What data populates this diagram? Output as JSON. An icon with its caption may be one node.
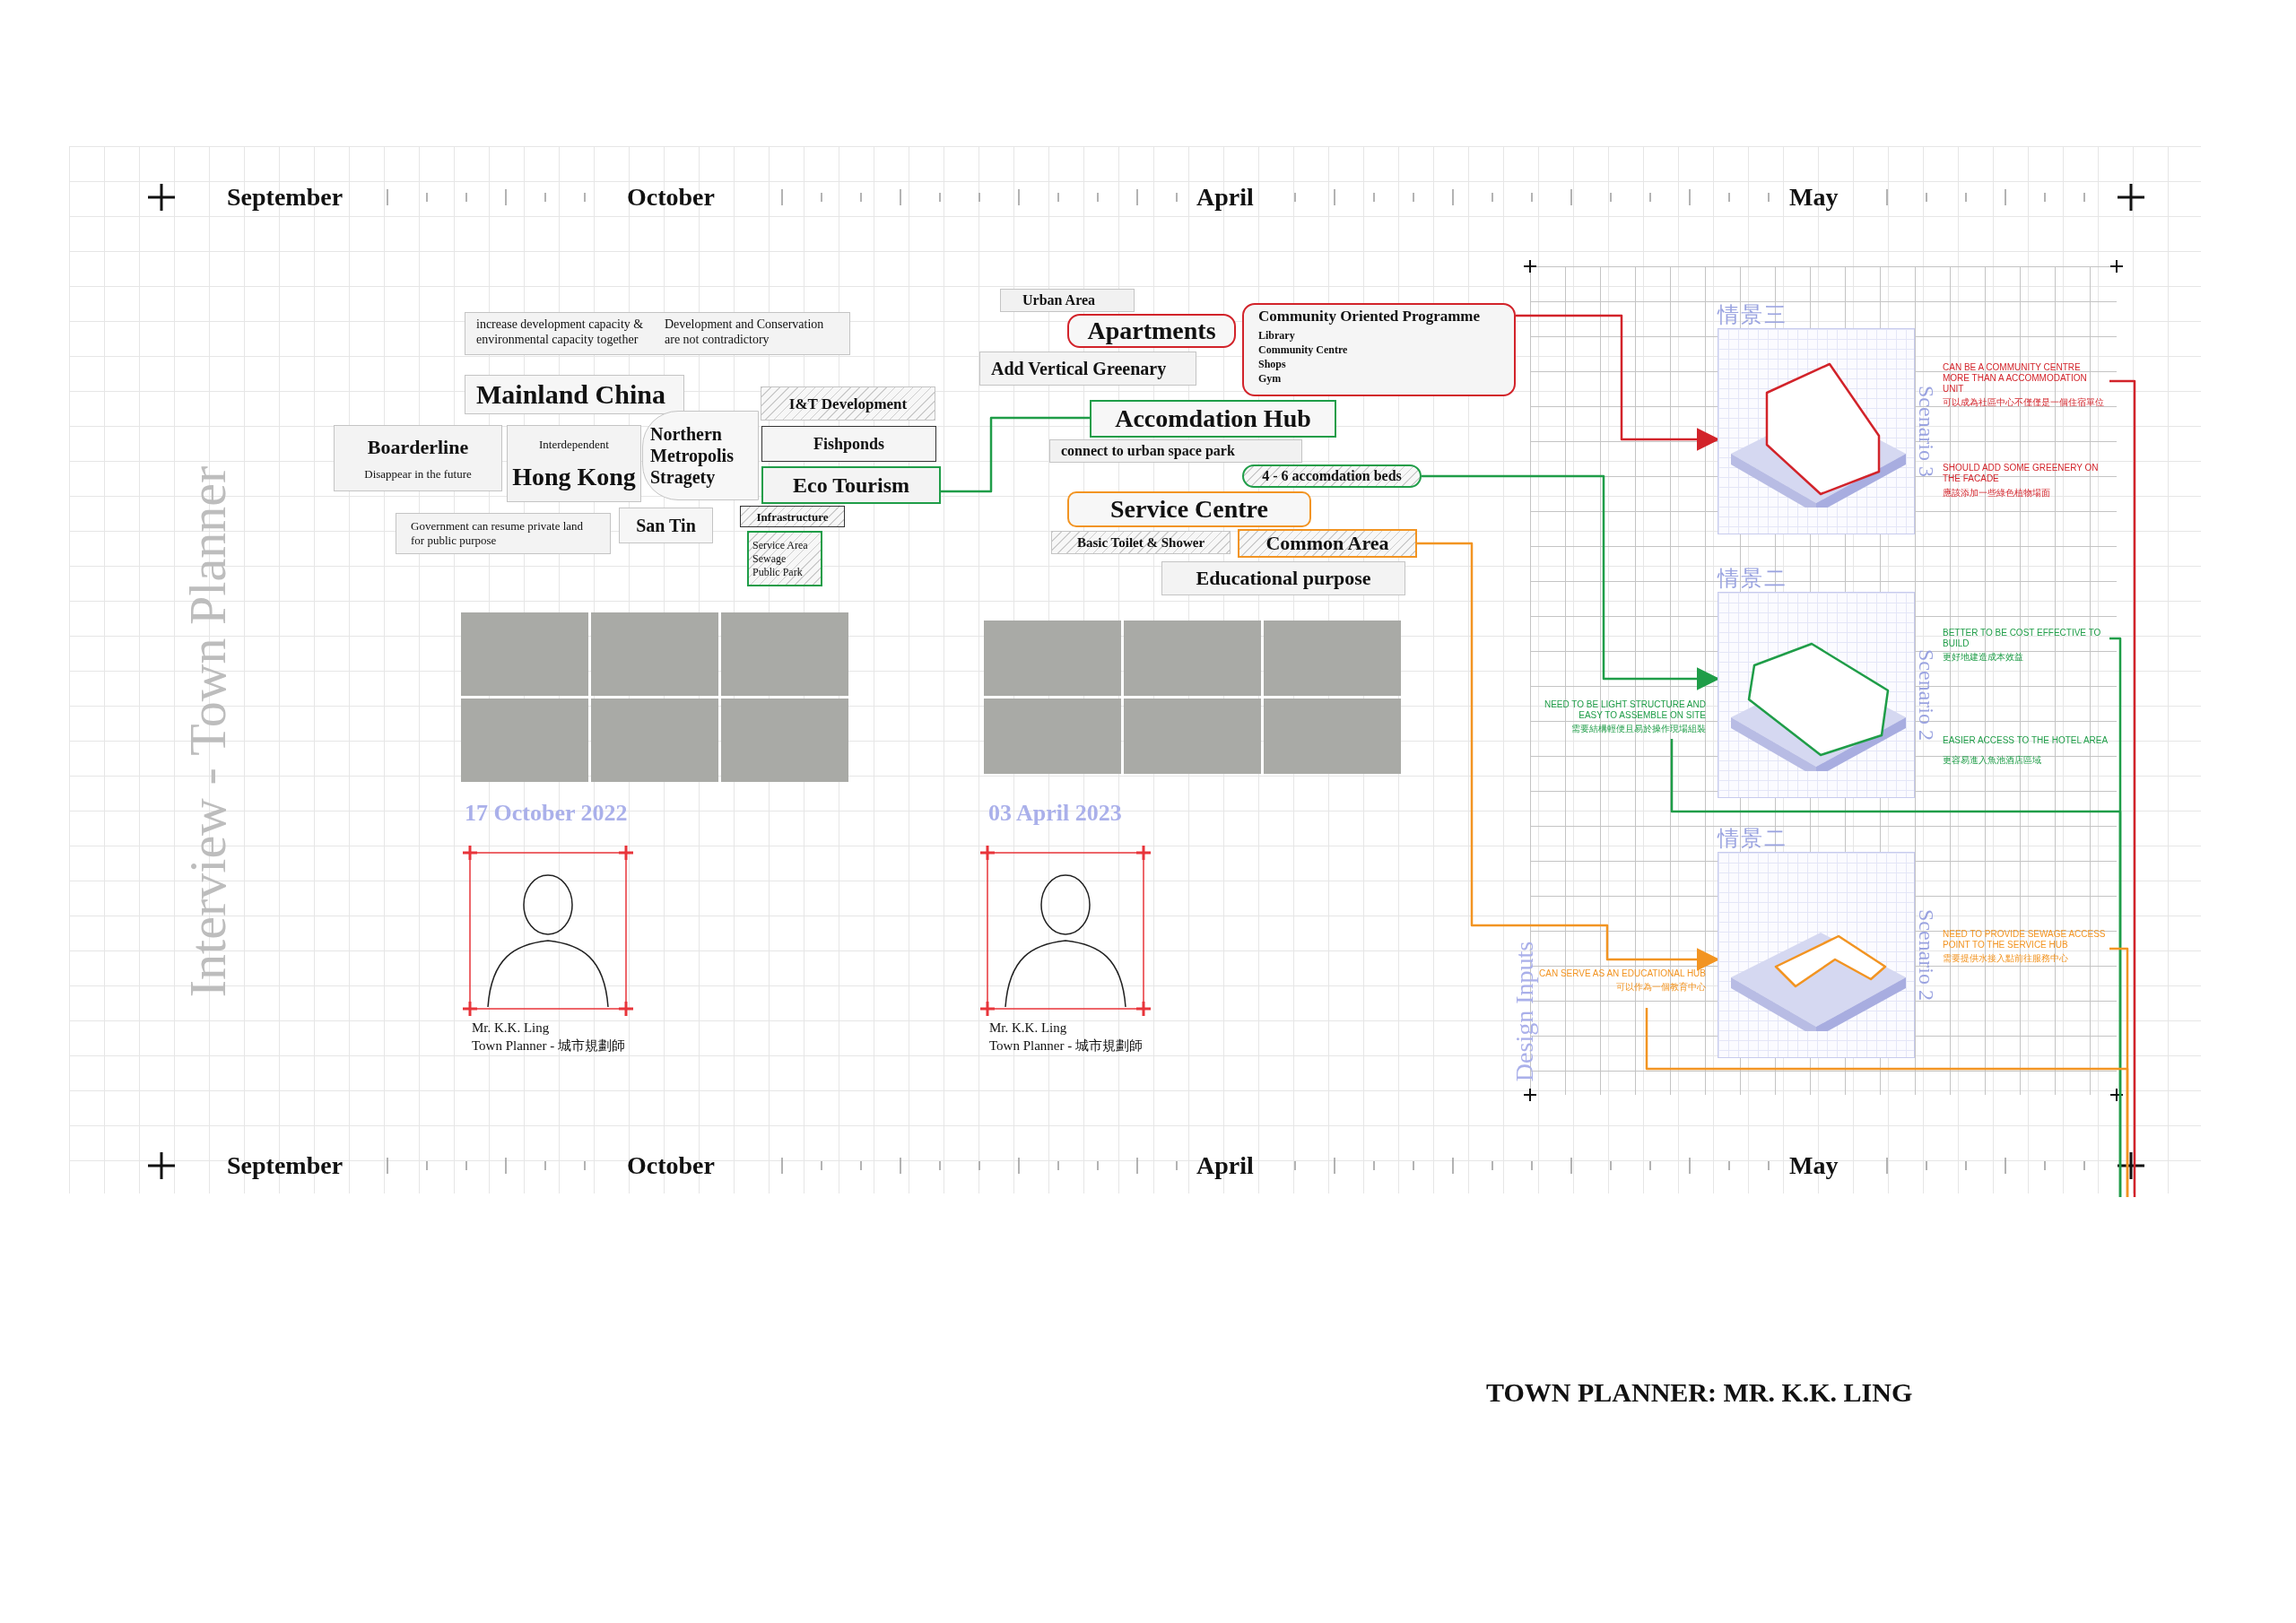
{
  "diagram": {
    "title": "TOWN PLANNER: MR. K.K. LING",
    "nodes": [
      {
        "text": [
          "increase development capacity & environmental capacity together",
          "Development and Conservation are not contradictory"
        ]
      },
      {
        "text": [
          "Mainland China"
        ]
      },
      {
        "text": [
          "Boarderline",
          "Disappear in the future"
        ]
      },
      {
        "text": [
          "Interdependent",
          "Hong Kong"
        ]
      },
      {
        "text": [
          "Northern Metropolis Stragety"
        ]
      },
      {
        "text": [
          "Government can resume private land for public purpose"
        ]
      },
      {
        "text": [
          "San Tin"
        ]
      },
      {
        "text": [
          "I&T Development"
        ]
      },
      {
        "text": [
          "Fishponds"
        ]
      },
      {
        "text": [
          "Eco Tourism"
        ]
      },
      {
        "text": [
          "Infrastructure"
        ]
      },
      {
        "text": [
          "Service Area",
          "Sewage",
          "Public Park"
        ]
      },
      {
        "text": [
          "Urban Area"
        ]
      },
      {
        "text": [
          "Apartments"
        ]
      },
      {
        "text": [
          "Add Vertical Greenary"
        ]
      },
      {
        "text": [
          "Community Oriented Programme",
          "Library",
          "Community Centre",
          "Shops",
          "Gym"
        ]
      },
      {
        "text": [
          "Accomdation Hub"
        ]
      },
      {
        "text": [
          "connect to urban space park"
        ]
      },
      {
        "text": [
          "4 - 6 accomdation beds"
        ]
      },
      {
        "text": [
          "Service Centre"
        ]
      },
      {
        "text": [
          "Basic Toilet & Shower"
        ]
      },
      {
        "text": [
          "Common Area"
        ]
      },
      {
        "text": [
          "Educational purpose"
        ]
      },
      {
        "text": [
          "情景三",
          "Scenario 3"
        ]
      },
      {
        "text": [
          "CAN BE A COMMUNITY CENTRE MORE THAN A ACCOMMODATION UNIT",
          "可以成為社區中心不僅僅是一個住宿單位"
        ]
      },
      {
        "text": [
          "情景二",
          "Scenario 2"
        ]
      },
      {
        "text": [
          "NEED TO BE LIGHT STRUCTURE AND EASY TO ASSEMBLE ON SITE",
          "需要結構輕便且易於操作現場組裝"
        ]
      },
      {
        "text": [
          "BETTER TO BE COST EFFECTIVE TO BUILD",
          "更好地建造成本效益"
        ]
      },
      {
        "text": [
          "情景二",
          "Scenario 2"
        ]
      },
      {
        "text": [
          "CAN SERVE AS AN EDUCATIONAL HUB",
          "可以作為一個教育中心"
        ]
      },
      {
        "text": [
          "NEED TO PROVIDE SEWAGE ACCESS POINT TO THE SERVICE HUB",
          "需要提供水接入點前往服務中心"
        ]
      }
    ],
    "edges": [
      {
        "from": 9,
        "to": 16,
        "arrow": "none",
        "color": "#1f9d48"
      },
      {
        "from": 15,
        "to": 23,
        "arrow": "to",
        "color": "#d2232a"
      },
      {
        "from": 18,
        "to": 25,
        "arrow": "to",
        "color": "#1f9d48"
      },
      {
        "from": 21,
        "to": 28,
        "arrow": "to",
        "color": "#f29422"
      },
      {
        "from": 24,
        "to": null,
        "arrow": "none",
        "color": "#d2232a"
      },
      {
        "from": 26,
        "to": null,
        "arrow": "none",
        "color": "#1f9d48"
      },
      {
        "from": 27,
        "to": null,
        "arrow": "none",
        "color": "#1f9d48"
      },
      {
        "from": 29,
        "to": null,
        "arrow": "none",
        "color": "#f29422"
      },
      {
        "from": 30,
        "to": null,
        "arrow": "none",
        "color": "#f29422"
      }
    ],
    "labels": [
      "September",
      "October",
      "April",
      "May",
      "Interview - Town Planner",
      "17 October 2022",
      "03 April 2023",
      "Mr. K.K. Ling",
      "Town Planner - 城市規劃師",
      "Mr. K.K. Ling",
      "Town Planner - 城市規劃師",
      "SHOULD ADD SOME GREENERY ON THE FACADE",
      "應該添加一些綠色植物場面",
      "EASIER ACCESS TO THE HOTEL AREA",
      "更容易進入魚池酒店區域",
      "Design Inputs",
      "September",
      "October",
      "April",
      "May"
    ]
  }
}
